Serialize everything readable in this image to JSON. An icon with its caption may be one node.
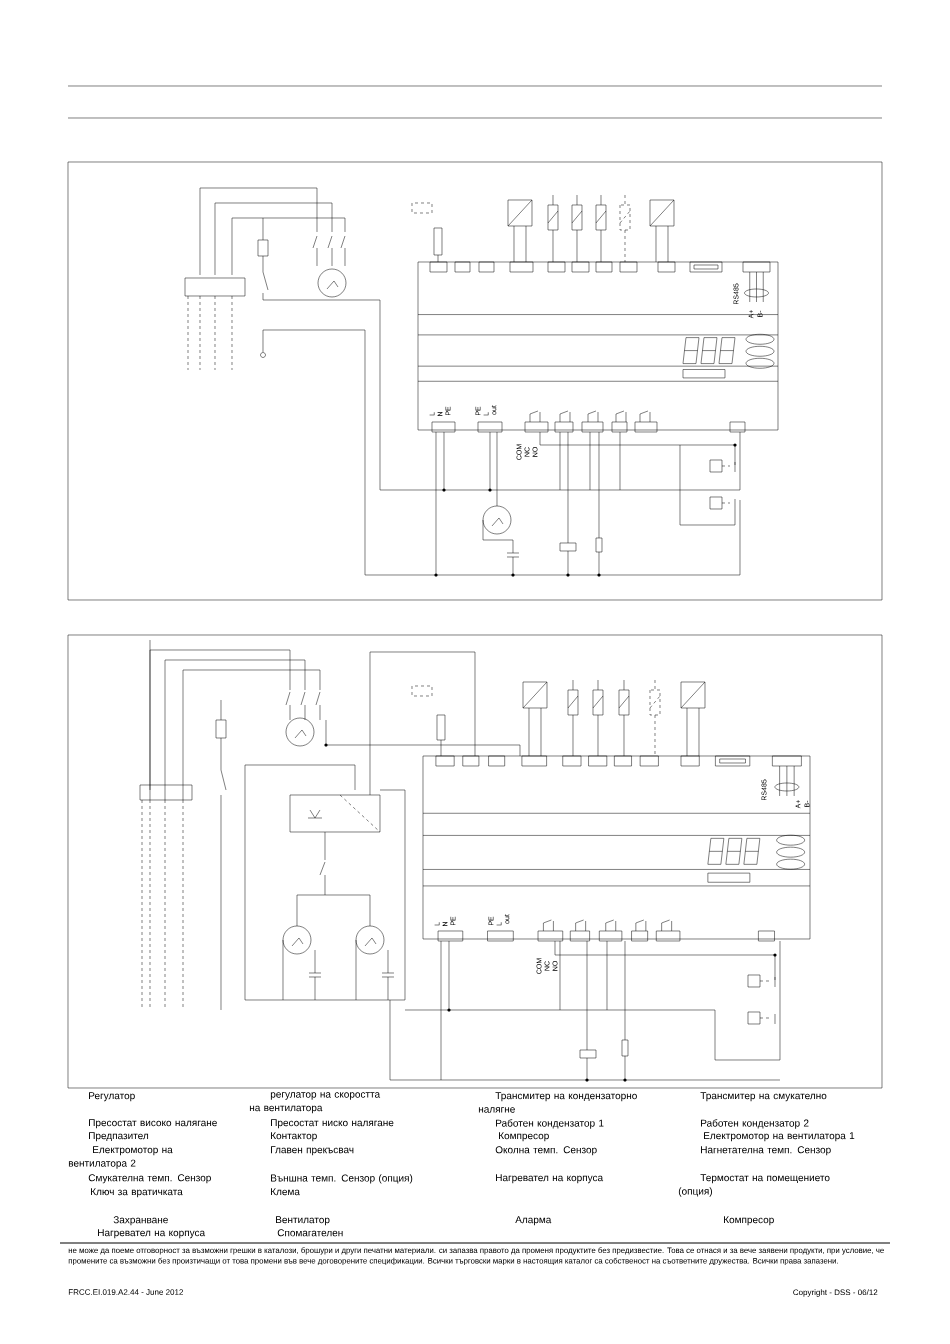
{
  "diagram": {
    "labels": [
      "RS485",
      "A+",
      "B-",
      "L",
      "N",
      "PE",
      "PE",
      "L",
      "out",
      "COM",
      "NC",
      "NO",
      "RS485",
      "A+",
      "B-",
      "L",
      "N",
      "PE",
      "PE",
      "L",
      "out",
      "COM",
      "NC",
      "NO",
      "Регулатор",
      "регулатор на скоростта на вентилатора",
      "Трансмитер на кондензаторно налягне",
      "Трансмитер на смукателно",
      "Пресостат високо налягане",
      "Пресостат ниско налягане",
      "Работен кондензатор 1",
      "Работен кондензатор 2",
      "Предпазител",
      "Контактор",
      "Компресор",
      "Електромотор на вентилатора 1",
      "Електромотор на вентилатора 2",
      "Главен прекъсвач",
      "Околна темп. Сензор",
      "Нагнетателна темп. Сензор",
      "Смукателна темп. Сензор",
      "Външна темп. Сензор (опция)",
      "Нагревател на корпуса",
      "Термостат на помещението (опция)",
      "Ключ за вратичката",
      "Клема",
      "Захранване",
      "Вентилатор",
      "Аларма",
      "Компресор",
      "Нагревател на корпуса",
      "Спомагателен",
      "не може да поеме отговорност за възможни грешки в каталози, брошури и други печатни материали. си запазва правото да променя продуктите без предизвестие. Това се отнася и за вече заявени продукти, при условие, че промените са възможни без произтичащи от това промени във вече договорените спецификации. Всички търговски марки в настоящия каталог са собственост на съответните дружества. Всички права запазени.",
      "FRCC.EI.019.A2.44 - June 2012",
      "Copyright - DSS - 06/12"
    ]
  }
}
